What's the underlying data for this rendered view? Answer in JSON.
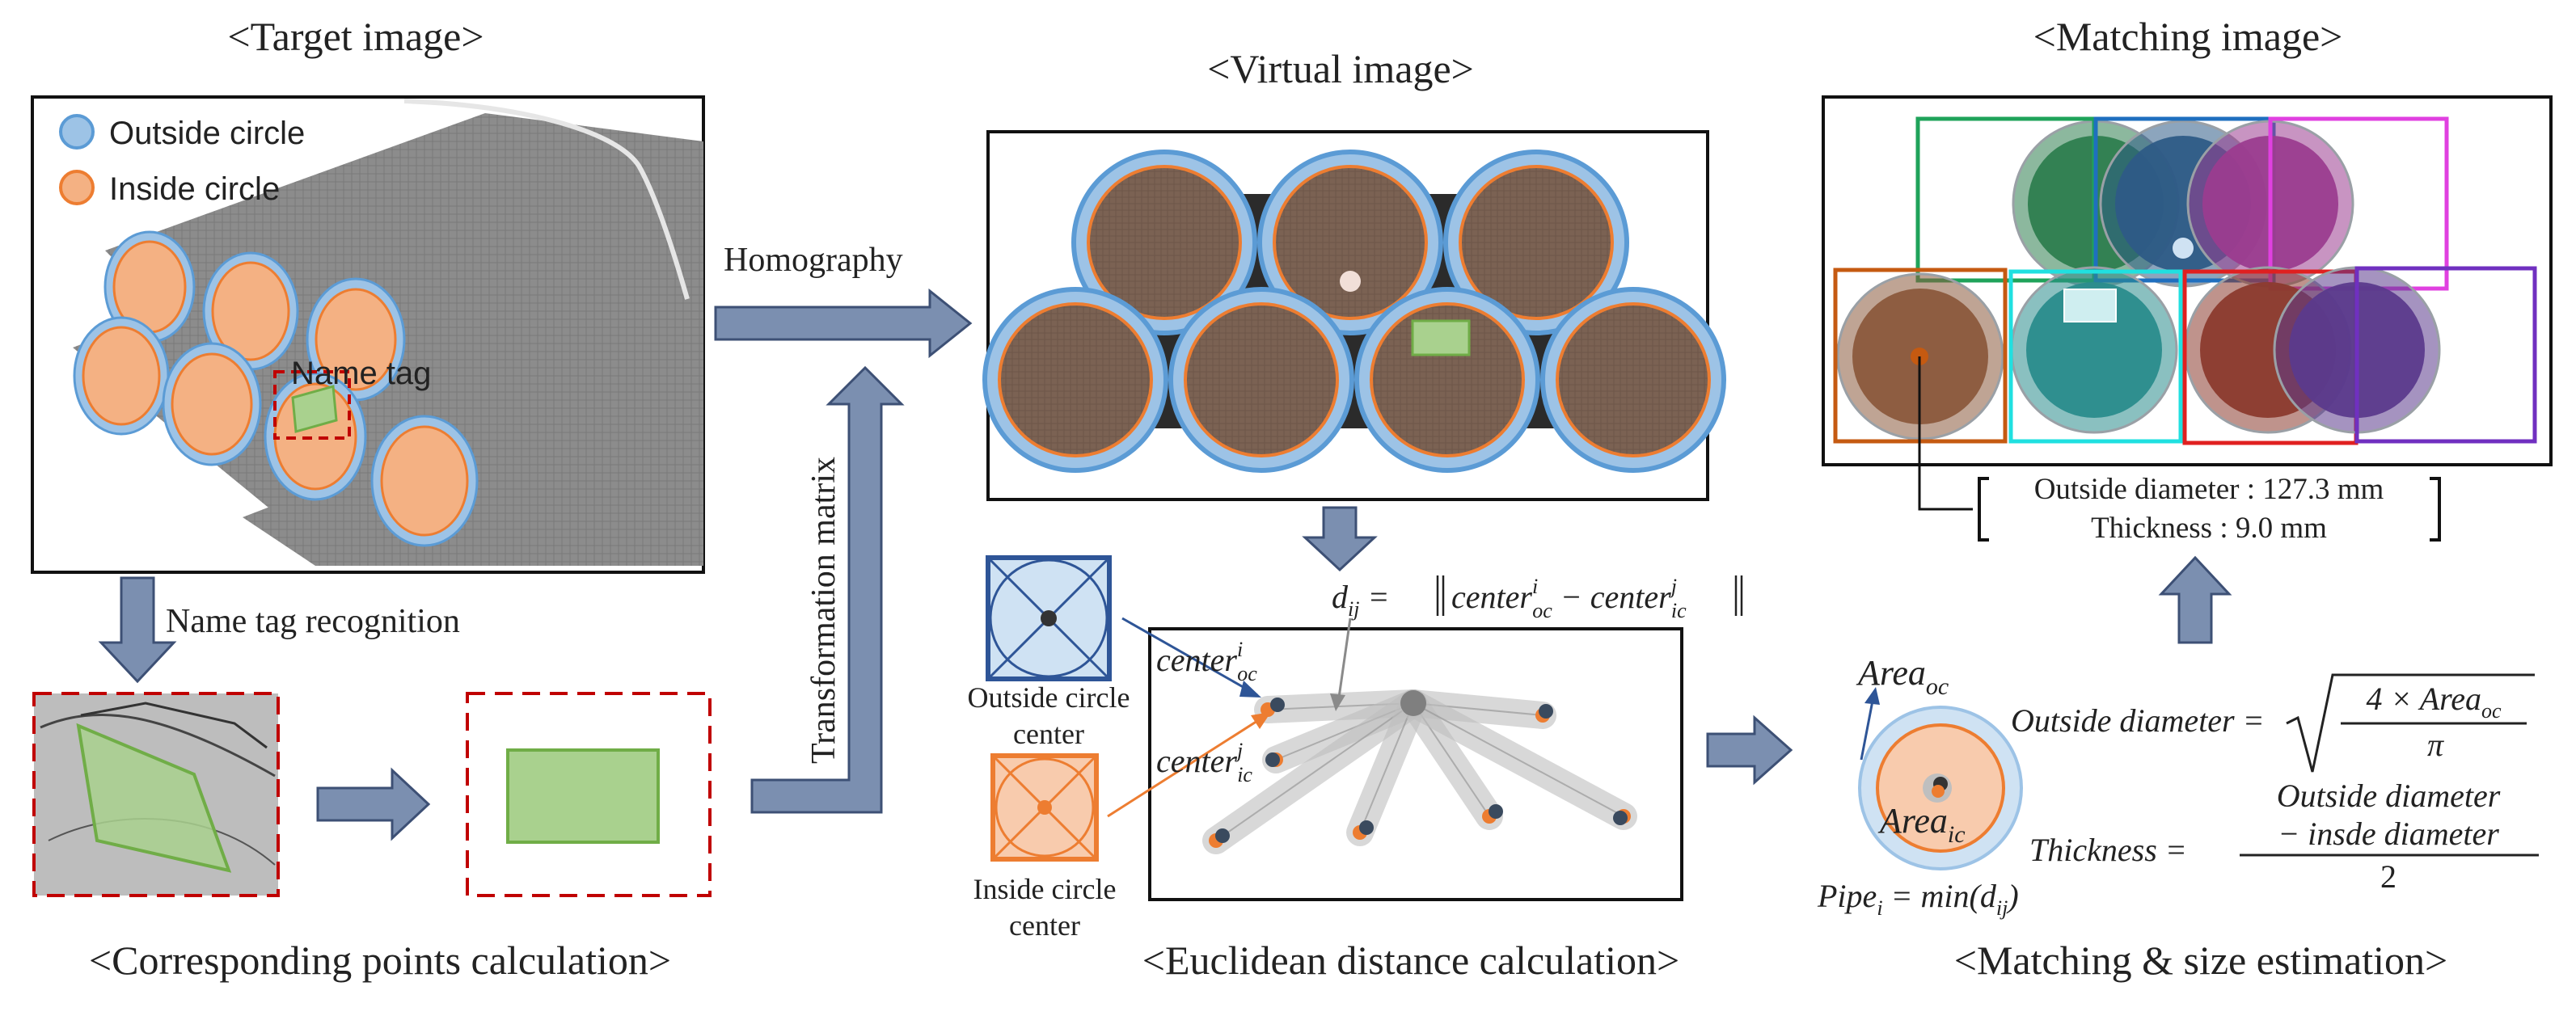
{
  "titles": {
    "target": "<Target image>",
    "virtual": "<Virtual image>",
    "matching": "<Matching image>",
    "corresponding": "<Corresponding points calculation>",
    "euclidean": "<Euclidean distance calculation>",
    "size": "<Matching & size estimation>"
  },
  "legend": {
    "outside": "Outside circle",
    "inside": "Inside circle"
  },
  "labels": {
    "name_tag": "Name tag",
    "homography": "Homography",
    "name_tag_recognition": "Name tag recognition",
    "transformation_matrix": "Transformation matrix",
    "outside_center_1": "Outside circle",
    "outside_center_2": "center",
    "inside_center_1": "Inside circle",
    "inside_center_2": "center",
    "outside_diameter_value": "Outside diameter : 127.3 mm",
    "thickness_value": "Thickness : 9.0 mm"
  },
  "formulas": {
    "dij_lhs": "d",
    "dij_sub": "ij",
    "dij_eq": " = ",
    "center_oc": "center",
    "center_oc_sup": "i",
    "center_oc_sub": "oc",
    "center_ic": "center",
    "center_ic_sup": "j",
    "center_ic_sub": "ic",
    "area_oc": "Area",
    "area_oc_sub": "oc",
    "area_ic": "Area",
    "area_ic_sub": "ic",
    "pipe": "Pipe",
    "pipe_sub": "i",
    "pipe_rhs": " = min(d",
    "pipe_rhs_sub": "ij",
    "pipe_close": ")",
    "outside_diameter_lhs": "Outside diameter =",
    "od_num": "4 × Area",
    "od_num_sub": "oc",
    "od_den": "π",
    "thickness_lhs": "Thickness =",
    "th_num1": "Outside diameter",
    "th_num2": "− insde diameter",
    "th_den": "2"
  },
  "colors": {
    "arrow": "#7b8fb0",
    "arrow_stroke": "#3d5075",
    "outside_circle": "#9dc3e6",
    "outside_stroke": "#5b9bd5",
    "inside_circle": "#f4b183",
    "inside_stroke": "#ed7d31",
    "pipe_gray": "#8f8f8f",
    "pipe_brown": "#7f6457",
    "name_tag": "#a9d18e",
    "name_tag_stroke": "#70ad47",
    "dashed_red": "#c00000"
  },
  "matching_colors": [
    "#2e7d4f",
    "#2e5b86",
    "#9b3c8f",
    "#8b5a3c",
    "#2a8c8c",
    "#8b3a2e",
    "#5b3a8c"
  ],
  "matching_box_colors": [
    "#1fa35a",
    "#1f6fbf",
    "#e040e0",
    "#c55a11",
    "#20e0e0",
    "#e02020",
    "#7030c0"
  ]
}
